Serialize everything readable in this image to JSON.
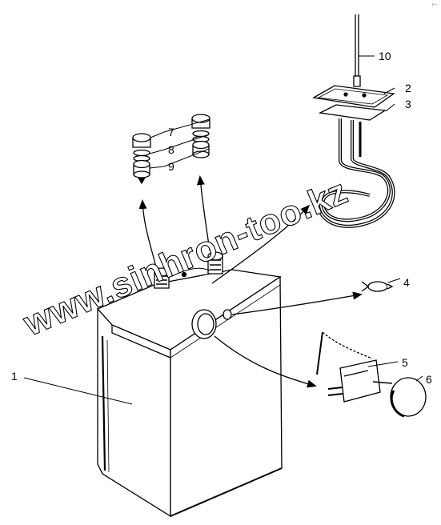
{
  "callouts": {
    "c1": "1",
    "c2": "2",
    "c3": "3",
    "c4": "4",
    "c5": "5",
    "c6": "6",
    "c7": "7",
    "c8": "8",
    "c9": "9",
    "c10": "10"
  },
  "watermark": "www.sinhron-too.kz",
  "corner_mark": "r~"
}
